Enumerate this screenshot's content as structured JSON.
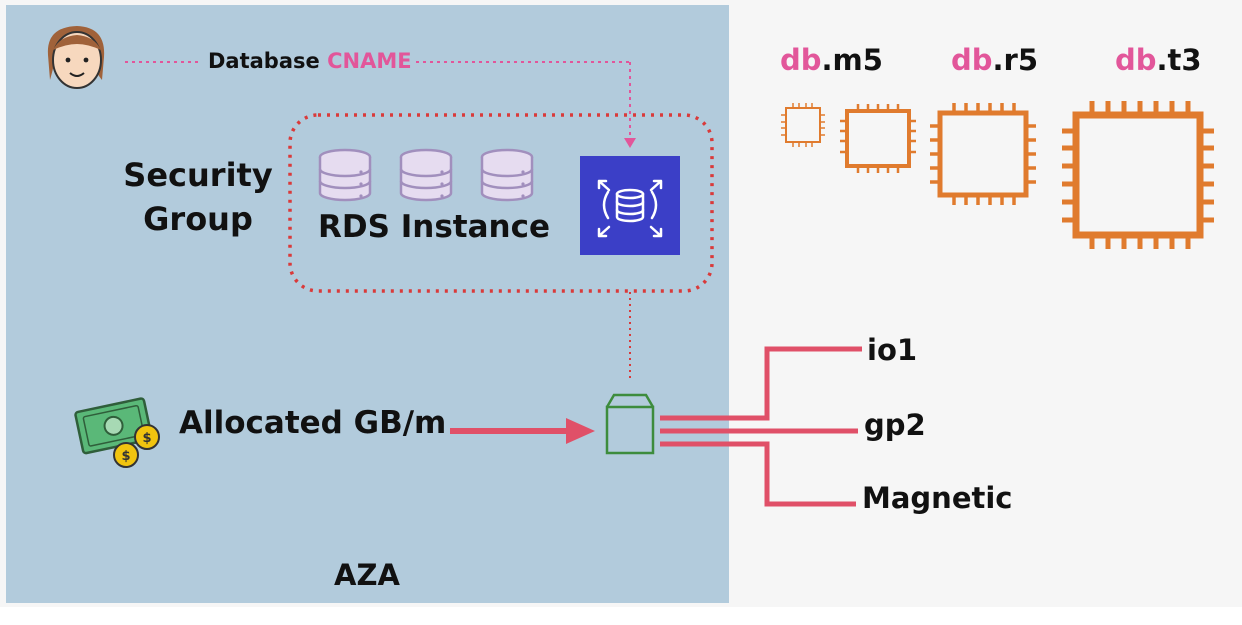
{
  "diagram": {
    "zone_label": "AZA",
    "connection": {
      "prefix": "Database",
      "highlight": "CNAME"
    },
    "security_group_label": [
      "Security",
      "Group"
    ],
    "rds_label": "RDS Instance",
    "allocated_label": "Allocated GB/m",
    "instance_classes": [
      {
        "prefix": "db",
        "suffix": ".m5"
      },
      {
        "prefix": "db",
        "suffix": ".r5"
      },
      {
        "prefix": "db",
        "suffix": ".t3"
      }
    ],
    "volume_types": [
      "io1",
      "gp2",
      "Magnetic"
    ],
    "colors": {
      "zone_bg": "#b2cbdc",
      "highlight_pink": "#e2569a",
      "security_group_dots": "#d93a3a",
      "chip_orange": "#e07b2e",
      "rds_icon_bg": "#3b3fc7",
      "storage_arrow": "#e05068",
      "volume_green": "#3d8c3d"
    },
    "icons": [
      "user-avatar-icon",
      "database-stack-icon",
      "rds-icon",
      "money-icon",
      "chip-icon",
      "volume-icon"
    ]
  }
}
